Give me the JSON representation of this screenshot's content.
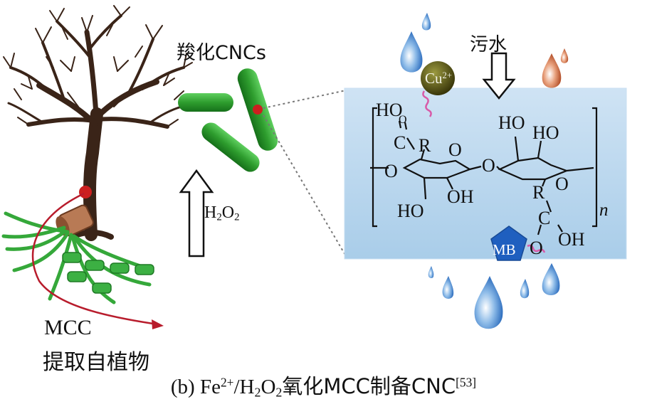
{
  "labels": {
    "cncs": "羧化CNCs",
    "sewage": "污水",
    "mcc": "MCC",
    "source": "提取自植物",
    "h2o2_h": "H",
    "h2o2_2a": "2",
    "h2o2_o": "O",
    "h2o2_2b": "2",
    "cu": "Cu",
    "cu_sup": "2+",
    "mb": "MB",
    "n": "n"
  },
  "caption": {
    "part1": "(b) Fe",
    "sup1": "2+",
    "part2": "/H",
    "sub1": "2",
    "part3": "O",
    "sub2": "2",
    "part4": "氧化MCC制备CNC",
    "ref": "[53]"
  },
  "structure": {
    "ho_top_left": "HO",
    "c_left": "C",
    "o_carbonyl_left": "O",
    "r_left": "R",
    "o_ring_left": "O",
    "o_chain_left": "O",
    "o_bridge": "O",
    "oh_mid": "OH",
    "ho_bottom": "HO",
    "ho_top_right1": "HO",
    "ho_top_right2": "HO",
    "r_right": "R",
    "o_ring_right": "O",
    "c_right": "C",
    "o_carbonyl_right": "O",
    "oh_right": "OH"
  },
  "colors": {
    "cnc_green": "#2e9d2e",
    "panel_blue": "#b9d7ef",
    "tree_brown": "#3a2418",
    "red_link": "#cc1f1f",
    "cu_ball": "#4e4a10",
    "mb_blue": "#1f5fbf",
    "drop_blue": "#3a7fd0",
    "drop_orange": "#c8643c"
  }
}
